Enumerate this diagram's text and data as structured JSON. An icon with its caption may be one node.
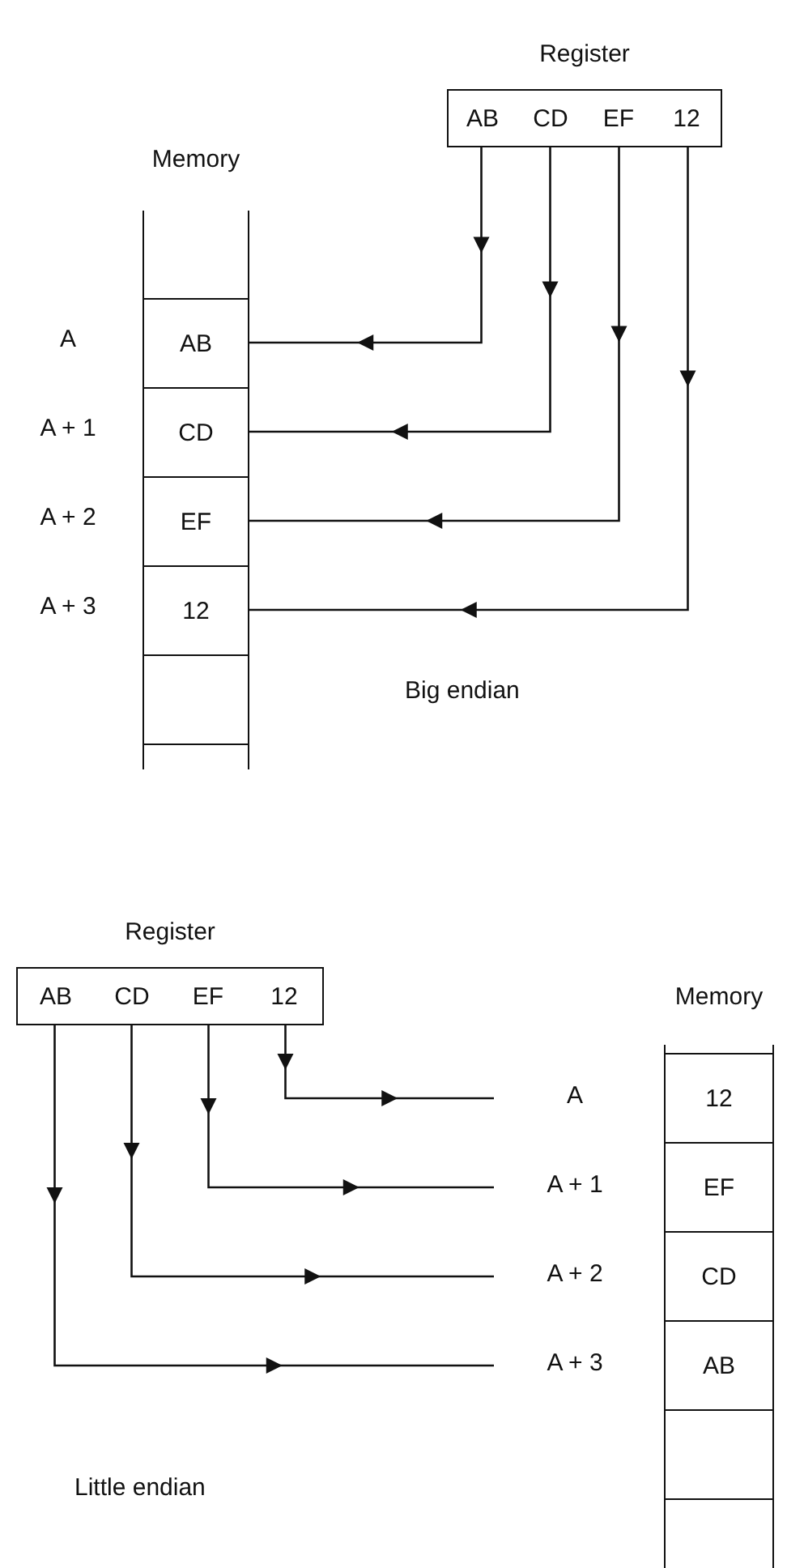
{
  "diagram": {
    "nodes": [
      {
        "text": [
          "Register"
        ]
      },
      {
        "text": [
          "AB"
        ],
        "in": 0
      },
      {
        "text": [
          "CD"
        ],
        "in": 0
      },
      {
        "text": [
          "EF"
        ],
        "in": 0
      },
      {
        "text": [
          "12"
        ],
        "in": 0
      },
      {
        "text": [
          "Memory"
        ]
      },
      {
        "text": [
          "AB"
        ],
        "in": 5
      },
      {
        "text": [
          "CD"
        ],
        "in": 5
      },
      {
        "text": [
          "EF"
        ],
        "in": 5
      },
      {
        "text": [
          "12"
        ],
        "in": 5
      },
      {
        "text": [],
        "shape": "box",
        "in": 5
      },
      {
        "text": [
          "Register"
        ]
      },
      {
        "text": [
          "AB"
        ],
        "in": 11
      },
      {
        "text": [
          "CD"
        ],
        "in": 11
      },
      {
        "text": [
          "EF"
        ],
        "in": 11
      },
      {
        "text": [
          "12"
        ],
        "in": 11
      },
      {
        "text": [
          "Memory"
        ]
      },
      {
        "text": [
          "12"
        ],
        "in": 16
      },
      {
        "text": [
          "EF"
        ],
        "in": 16
      },
      {
        "text": [
          "CD"
        ],
        "in": 16
      },
      {
        "text": [
          "AB"
        ],
        "in": 16
      },
      {
        "text": [],
        "shape": "box",
        "in": 16
      },
      {
        "text": [
          "A"
        ]
      },
      {
        "text": [
          "A + 1"
        ]
      },
      {
        "text": [
          "A + 2"
        ]
      },
      {
        "text": [
          "A + 3"
        ]
      }
    ],
    "edges": [
      {
        "from": 1,
        "to": 6,
        "arrow": "to"
      },
      {
        "from": 2,
        "to": 7,
        "arrow": "to"
      },
      {
        "from": 3,
        "to": 8,
        "arrow": "to"
      },
      {
        "from": 4,
        "to": 9,
        "arrow": "to"
      },
      {
        "from": 15,
        "to": 22,
        "arrow": "to"
      },
      {
        "from": 14,
        "to": 23,
        "arrow": "to"
      },
      {
        "from": 13,
        "to": 24,
        "arrow": "to"
      },
      {
        "from": 12,
        "to": 25,
        "arrow": "to"
      }
    ],
    "labels": [
      "A",
      "A + 1",
      "A + 2",
      "A + 3",
      "Big endian",
      "Little endian"
    ]
  }
}
